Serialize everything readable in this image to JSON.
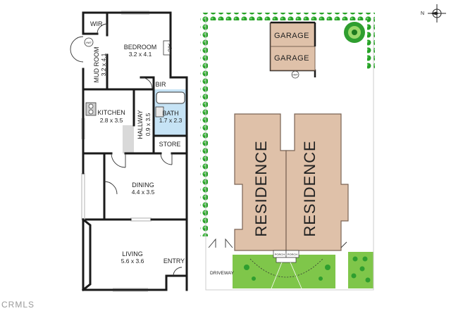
{
  "floor_plan": {
    "rooms": {
      "wir": {
        "name": "WIR"
      },
      "mud_room": {
        "name": "MUD ROOM",
        "dims": "3.2 x 4.1"
      },
      "bedroom": {
        "name": "BEDROOM",
        "dims": "3.2 x 4.1"
      },
      "ac": {
        "name": "A/C"
      },
      "hwt": {
        "name": "HWT"
      },
      "bir": {
        "name": "BIR"
      },
      "kitchen": {
        "name": "KITCHEN",
        "dims": "2.8 x 3.5"
      },
      "hallway": {
        "name": "HALLWAY",
        "dims": "0.9 x 3.5"
      },
      "bath": {
        "name": "BATH",
        "dims": "1.7 x 2.3"
      },
      "store": {
        "name": "STORE"
      },
      "dining": {
        "name": "DINING",
        "dims": "4.4 x 3.5"
      },
      "living": {
        "name": "LIVING",
        "dims": "5.6 x 3.6"
      },
      "entry": {
        "name": "ENTRY"
      }
    }
  },
  "site_plan": {
    "garage_1": "GARAGE",
    "garage_2": "GARAGE",
    "hwt": "HWT",
    "residence_1": "RESIDENCE",
    "residence_2": "RESIDENCE",
    "porch_1": "PORCH",
    "porch_2": "PORCH",
    "driveway": "DRIVEWAY"
  },
  "compass": {
    "label": "N"
  },
  "watermark": "CRMLS",
  "colors": {
    "wall": "#1a1a1a",
    "residence_fill": "#dfc1a9",
    "residence_stroke": "#7a6354",
    "hedge": "#27a227",
    "lawn": "#7fc64a",
    "bath_fill": "#c6e3f5"
  }
}
